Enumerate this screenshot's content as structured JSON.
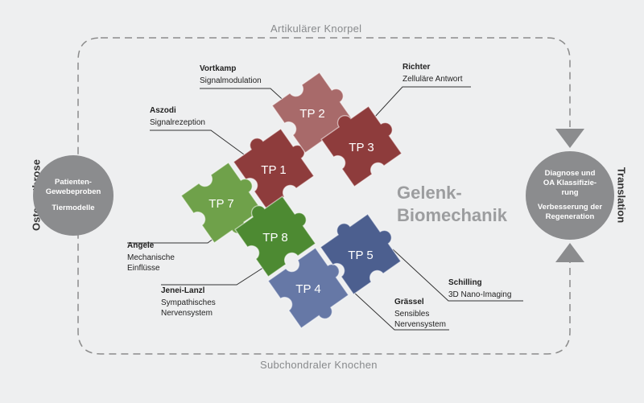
{
  "frame": {
    "top_label": "Artikulärer Knorpel",
    "bottom_label": "Subchondraler Knochen",
    "left_label": "Osteoarthrose",
    "right_label": "Translation"
  },
  "left_circle": {
    "line1": "Patienten-",
    "line2": "Gewebeproben",
    "line3": "Tiermodelle"
  },
  "right_circle": {
    "line1": "Diagnose und",
    "line2": "OA Klassifizie-",
    "line3": "rung",
    "line4": "Verbesserung der",
    "line5": "Regeneration"
  },
  "center": {
    "line1": "Gelenk-",
    "line2": "Biomechanik"
  },
  "pieces": [
    {
      "label": "TP 1",
      "color": "#8e3c3c"
    },
    {
      "label": "TP 2",
      "color": "#a86a6a"
    },
    {
      "label": "TP 3",
      "color": "#8e3c3c"
    },
    {
      "label": "TP 7",
      "color": "#6fa14a"
    },
    {
      "label": "TP 8",
      "color": "#4d8a32"
    },
    {
      "label": "TP 4",
      "color": "#6678a6"
    },
    {
      "label": "TP 5",
      "color": "#4c5f8f"
    }
  ],
  "leaders": [
    {
      "name": "Vortkamp",
      "desc1": "Signalmodulation",
      "desc2": ""
    },
    {
      "name": "Richter",
      "desc1": "Zelluläre Antwort",
      "desc2": ""
    },
    {
      "name": "Aszodi",
      "desc1": "Signalrezeption",
      "desc2": ""
    },
    {
      "name": "Angele",
      "desc1": "Mechanische",
      "desc2": "Einflüsse"
    },
    {
      "name": "Jenei-Lanzl",
      "desc1": "Sympathisches",
      "desc2": "Nervensystem"
    },
    {
      "name": "Schilling",
      "desc1": "3D Nano-Imaging",
      "desc2": ""
    },
    {
      "name": "Grässel",
      "desc1": "Sensibles",
      "desc2": "Nervensystem"
    }
  ]
}
